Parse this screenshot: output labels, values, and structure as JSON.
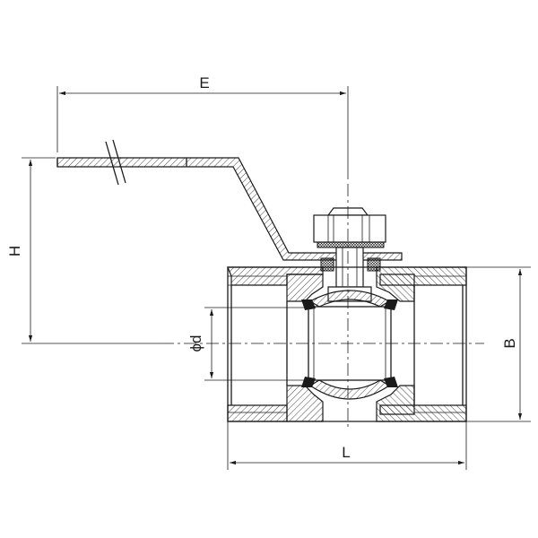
{
  "dimensions": {
    "e": "E",
    "h": "H",
    "phi_d": "ϕd",
    "b": "B",
    "l": "L"
  }
}
